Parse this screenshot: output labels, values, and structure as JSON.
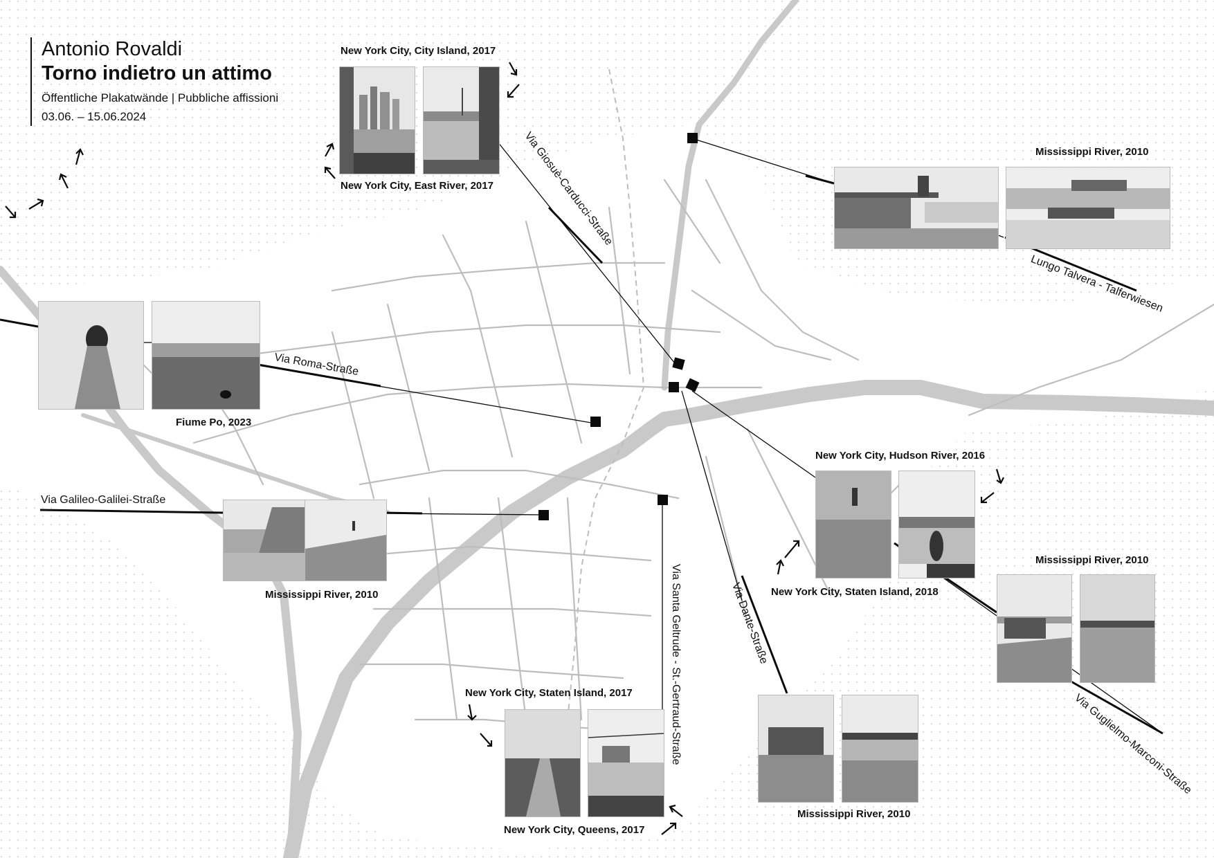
{
  "title": {
    "artist": "Antonio Rovaldi",
    "work": "Torno indietro un attimo",
    "subtitle": "Öffentliche Plakatwände | Pubbliche affissioni",
    "dates": "03.06. – 15.06.2024"
  },
  "captions": {
    "city_island": "New York City, City Island, 2017",
    "east_river": "New York City, East River, 2017",
    "mississippi_top": "Mississippi River, 2010",
    "fiume_po": "Fiume Po, 2023",
    "mississippi_left": "Mississippi River, 2010",
    "hudson": "New York City, Hudson River, 2016",
    "staten_2018": "New York City, Staten Island, 2018",
    "mississippi_right": "Mississippi River, 2010",
    "staten_2017": "New York City, Staten Island, 2017",
    "queens": "New York City, Queens, 2017",
    "mississippi_bottom": "Mississippi River, 2010"
  },
  "streets": {
    "carducci": "Via Giosuè-Carducci-Straße",
    "talvera": "Lungo Talvera - Talferwiesen",
    "roma": "Via Roma-Straße",
    "galilei": "Via Galileo-Galilei-Straße",
    "geltrude": "Via Santa Geltrude - St.-Gertraud-Straße",
    "dante": "Via Dante-Straße",
    "marconi": "Via Guglielmo-Marconi-Straße"
  },
  "colors": {
    "river": "#c9c9c9",
    "roads": "#bdbdbd",
    "ink": "#0b0b0b",
    "dots": "#d9d9d9"
  },
  "icons": [
    "arrow-icon",
    "location-marker-icon"
  ]
}
